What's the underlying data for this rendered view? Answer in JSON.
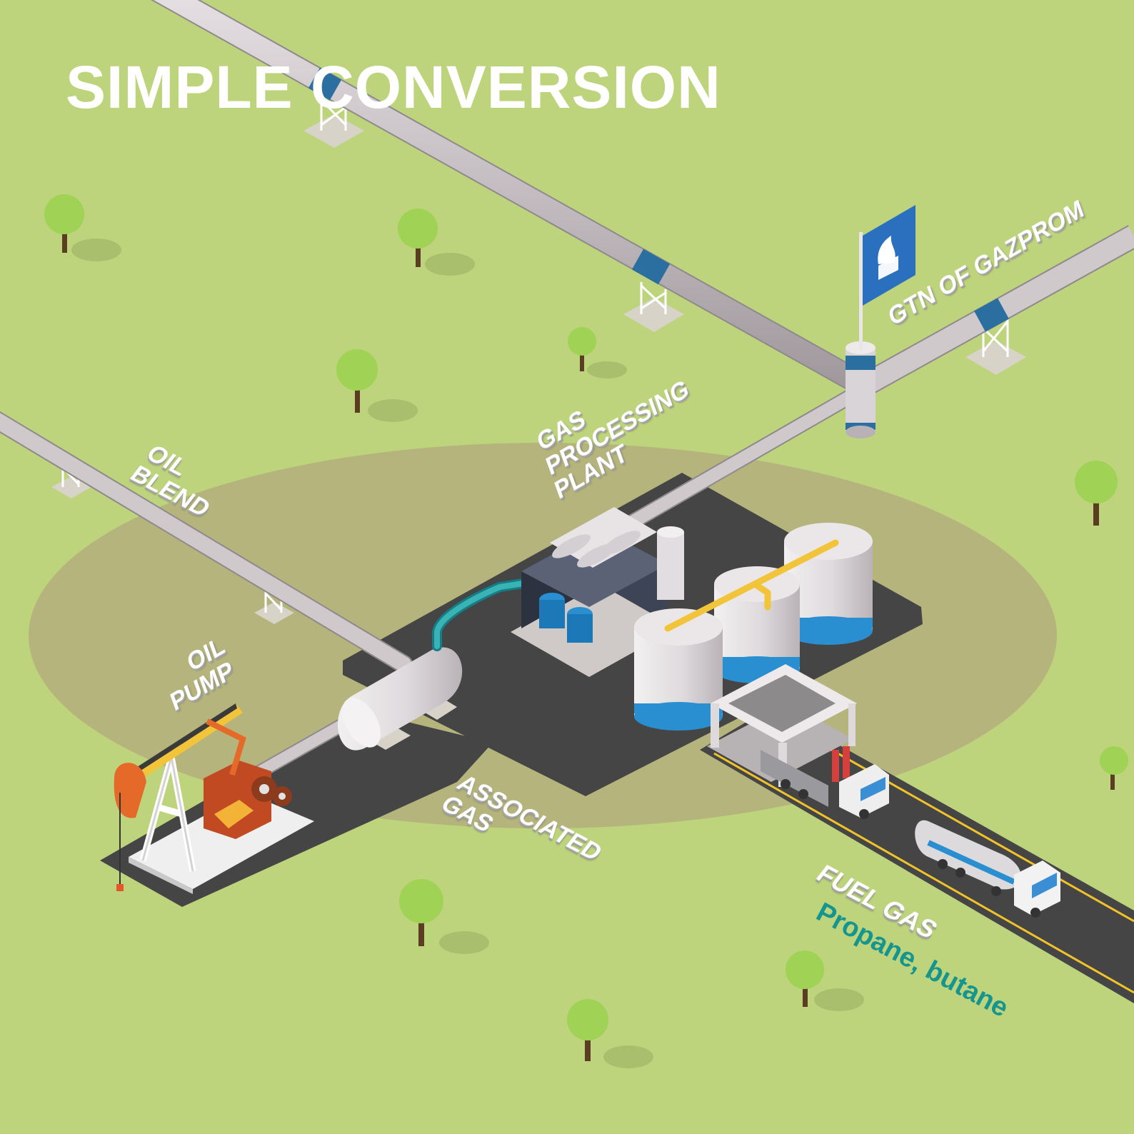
{
  "title": "SIMPLE CONVERSION",
  "labels": {
    "oil_blend": [
      "OIL",
      "BLEND"
    ],
    "oil_pump": [
      "OIL",
      "PUMP"
    ],
    "gas_processing_plant": [
      "GAS",
      "PROCESSING",
      "PLANT"
    ],
    "associated_gas": [
      "ASSOCIATED",
      "GAS"
    ],
    "gtn_of_gazprom": "GTN OF GAZPROM",
    "fuel_gas": "FUEL GAS",
    "propane_butane": "Propane, butane"
  },
  "colors": {
    "grass": "#bed47c",
    "ground_zone": "#b2a97e",
    "road": "#454545",
    "pipe": "#bdb5ba",
    "pipe_band": "#2b6ea0",
    "flag": "#2a70bf",
    "tank_band": "#2a8fd0",
    "walkway": "#f2c43a",
    "subtitle": "#16958e"
  },
  "icons": {
    "flag_logo": "gazprom-flame-logo-icon"
  }
}
